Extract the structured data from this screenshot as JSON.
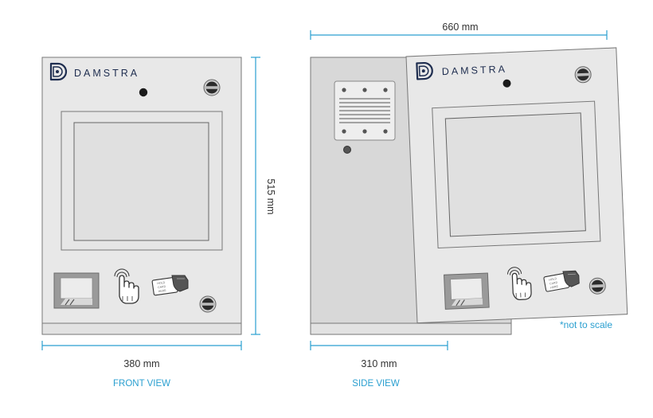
{
  "brand": {
    "name": "DAMSTRA"
  },
  "dimensions": {
    "front_width": "380 mm",
    "front_height": "515 mm",
    "side_depth": "310 mm",
    "total_width": "660 mm"
  },
  "captions": {
    "front": "FRONT VIEW",
    "side": "SIDE VIEW"
  },
  "note": "*not to scale",
  "card_label": [
    "HOLD",
    "CARD",
    "HERE"
  ],
  "icons": [
    "damstra-logo-icon",
    "camera-lens-icon",
    "keylock-icon",
    "fingerprint-scanner-icon",
    "touch-hand-icon",
    "card-reader-icon",
    "vent-grille-icon"
  ],
  "colors": {
    "dimension_line": "#2a9fd0",
    "caption": "#2a9fd0",
    "panel": "#e8e8e8",
    "panel_stroke": "#777777",
    "side_panel": "#d8d8d8",
    "screen": "#e0e0e0",
    "brand": "#1e2d4f"
  }
}
